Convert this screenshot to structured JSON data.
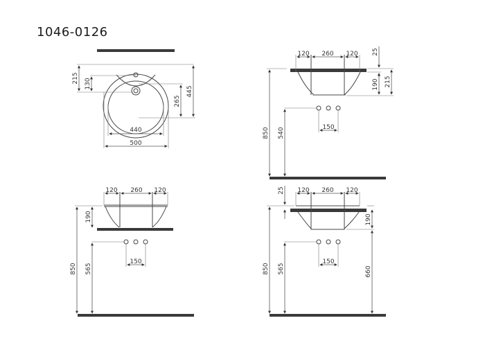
{
  "title": "1046-0126",
  "colors": {
    "line": "#555555",
    "counter": "#3a3a3a",
    "text": "#333333"
  },
  "views": {
    "top": {
      "dims": {
        "d215": "215",
        "d130": "130",
        "d265": "265",
        "d445": "445",
        "d440": "440",
        "d500": "500"
      }
    },
    "side_topright": {
      "dims": {
        "w1": "120",
        "w2": "260",
        "w3": "120",
        "t": "25",
        "d190": "190",
        "d215": "215",
        "h850": "850",
        "h540": "540",
        "tap": "150"
      }
    },
    "side_bottomleft": {
      "dims": {
        "w1": "120",
        "w2": "260",
        "w3": "120",
        "d190": "190",
        "h850": "850",
        "h565": "565",
        "tap": "150"
      }
    },
    "side_bottomright": {
      "dims": {
        "w1": "120",
        "w2": "260",
        "w3": "120",
        "t": "25",
        "d190": "190",
        "h850": "850",
        "h565": "565",
        "h660": "660",
        "tap": "150"
      }
    }
  }
}
